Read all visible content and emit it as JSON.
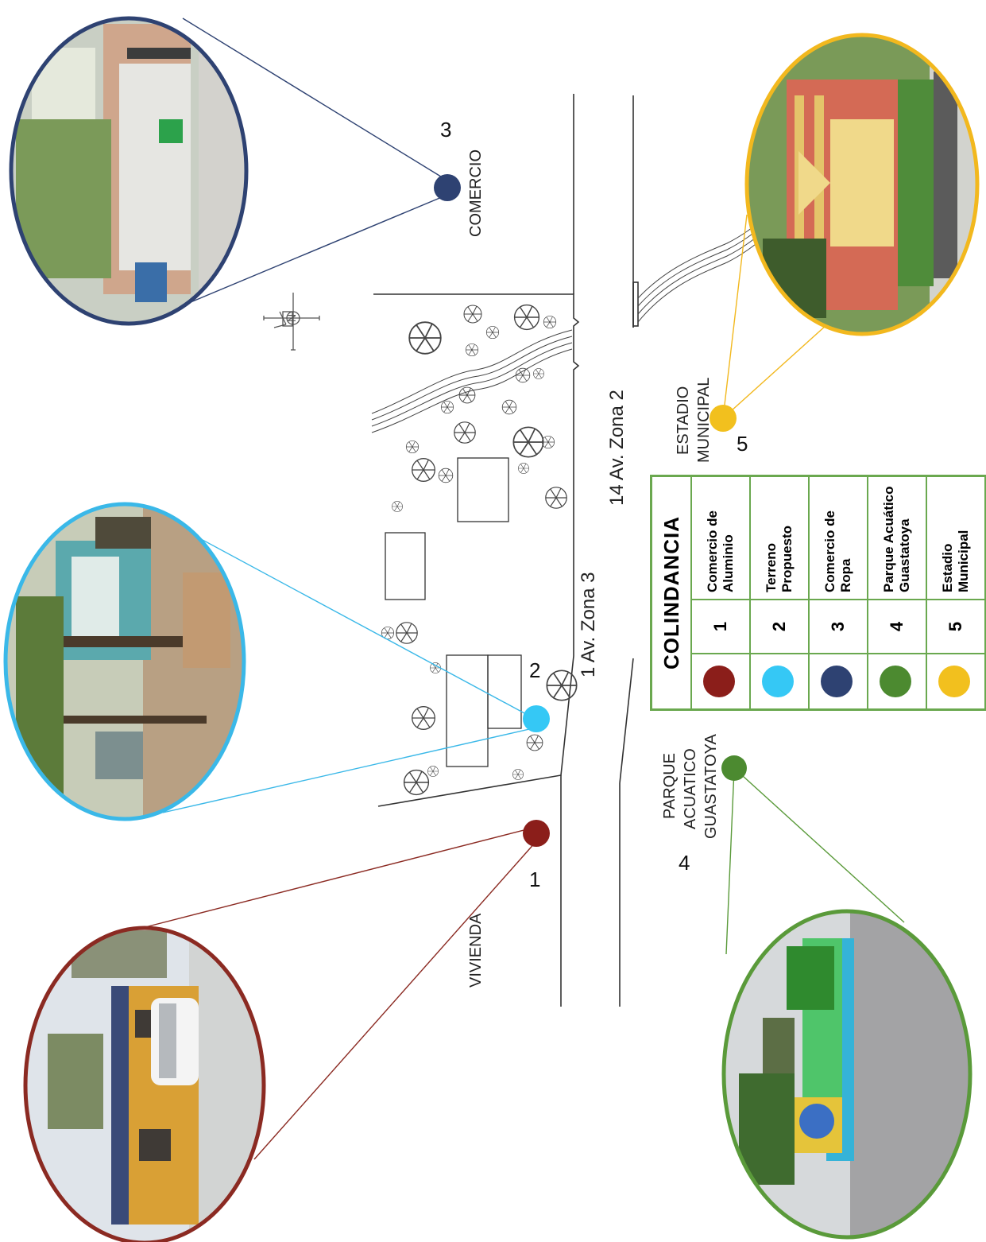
{
  "streets": {
    "avenue_1": "1 Av. Zona 3",
    "avenue_14": "14  Av. Zona 2"
  },
  "places": {
    "vivienda": "VIVIENDA",
    "comercio": "COMERCIO",
    "estadio": [
      "ESTADIO",
      "MUNICIPAL"
    ],
    "parque": [
      "PARQUE",
      "ACUATICO",
      "GUASTATOYA"
    ]
  },
  "markers": [
    {
      "id": "1",
      "color": "#8b1e1a"
    },
    {
      "id": "2",
      "color": "#35c8f5"
    },
    {
      "id": "3",
      "color": "#2e4272"
    },
    {
      "id": "4",
      "color": "#4c8a30"
    },
    {
      "id": "5",
      "color": "#f2c01e"
    }
  ],
  "legend": {
    "title": "COLINDANCIA",
    "rows": [
      {
        "num": "1",
        "line1": "Comercio de",
        "line2": "Aluminio",
        "color": "#8b1e1a"
      },
      {
        "num": "2",
        "line1": "Terreno",
        "line2": "Propuesto",
        "color": "#35c8f5"
      },
      {
        "num": "3",
        "line1": "Comercio de",
        "line2": "Ropa",
        "color": "#2e4272"
      },
      {
        "num": "4",
        "line1": "Parque Acuático",
        "line2": "Guastatoya",
        "color": "#4c8a30"
      },
      {
        "num": "5",
        "line1": "Estadio",
        "line2": "Municipal",
        "color": "#f2c01e"
      }
    ]
  },
  "photos": [
    {
      "id": "photo-1",
      "frame_color": "#8b2a22"
    },
    {
      "id": "photo-2",
      "frame_color": "#3ab8e8"
    },
    {
      "id": "photo-3",
      "frame_color": "#2e4272"
    },
    {
      "id": "photo-4",
      "frame_color": "#5a9a3a"
    },
    {
      "id": "photo-5",
      "frame_color": "#f2b81e"
    }
  ],
  "icons": {
    "north_arrow": "north-arrow-icon",
    "tree": "tree-icon"
  }
}
